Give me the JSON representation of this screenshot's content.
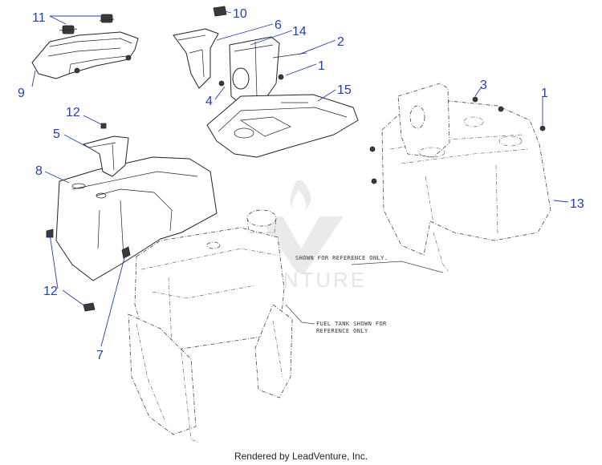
{
  "callouts": [
    {
      "id": "11",
      "label": "11"
    },
    {
      "id": "10",
      "label": "10"
    },
    {
      "id": "6",
      "label": "6"
    },
    {
      "id": "14",
      "label": "14"
    },
    {
      "id": "2",
      "label": "2"
    },
    {
      "id": "1a",
      "label": "1"
    },
    {
      "id": "9",
      "label": "9"
    },
    {
      "id": "4",
      "label": "4"
    },
    {
      "id": "15",
      "label": "15"
    },
    {
      "id": "3",
      "label": "3"
    },
    {
      "id": "1b",
      "label": "1"
    },
    {
      "id": "12a",
      "label": "12"
    },
    {
      "id": "5",
      "label": "5"
    },
    {
      "id": "8",
      "label": "8"
    },
    {
      "id": "13",
      "label": "13"
    },
    {
      "id": "12b",
      "label": "12"
    },
    {
      "id": "7",
      "label": "7"
    }
  ],
  "notes": {
    "shown_for_reference": "SHOWN FOR REFERENCE ONLY.",
    "fuel_tank_line1": "FUEL TANK SHOWN FOR",
    "fuel_tank_line2": "REFERENCE ONLY"
  },
  "watermark": {
    "text": "LEADVENTURE"
  },
  "footer": {
    "text": "Rendered by LeadVenture, Inc."
  }
}
